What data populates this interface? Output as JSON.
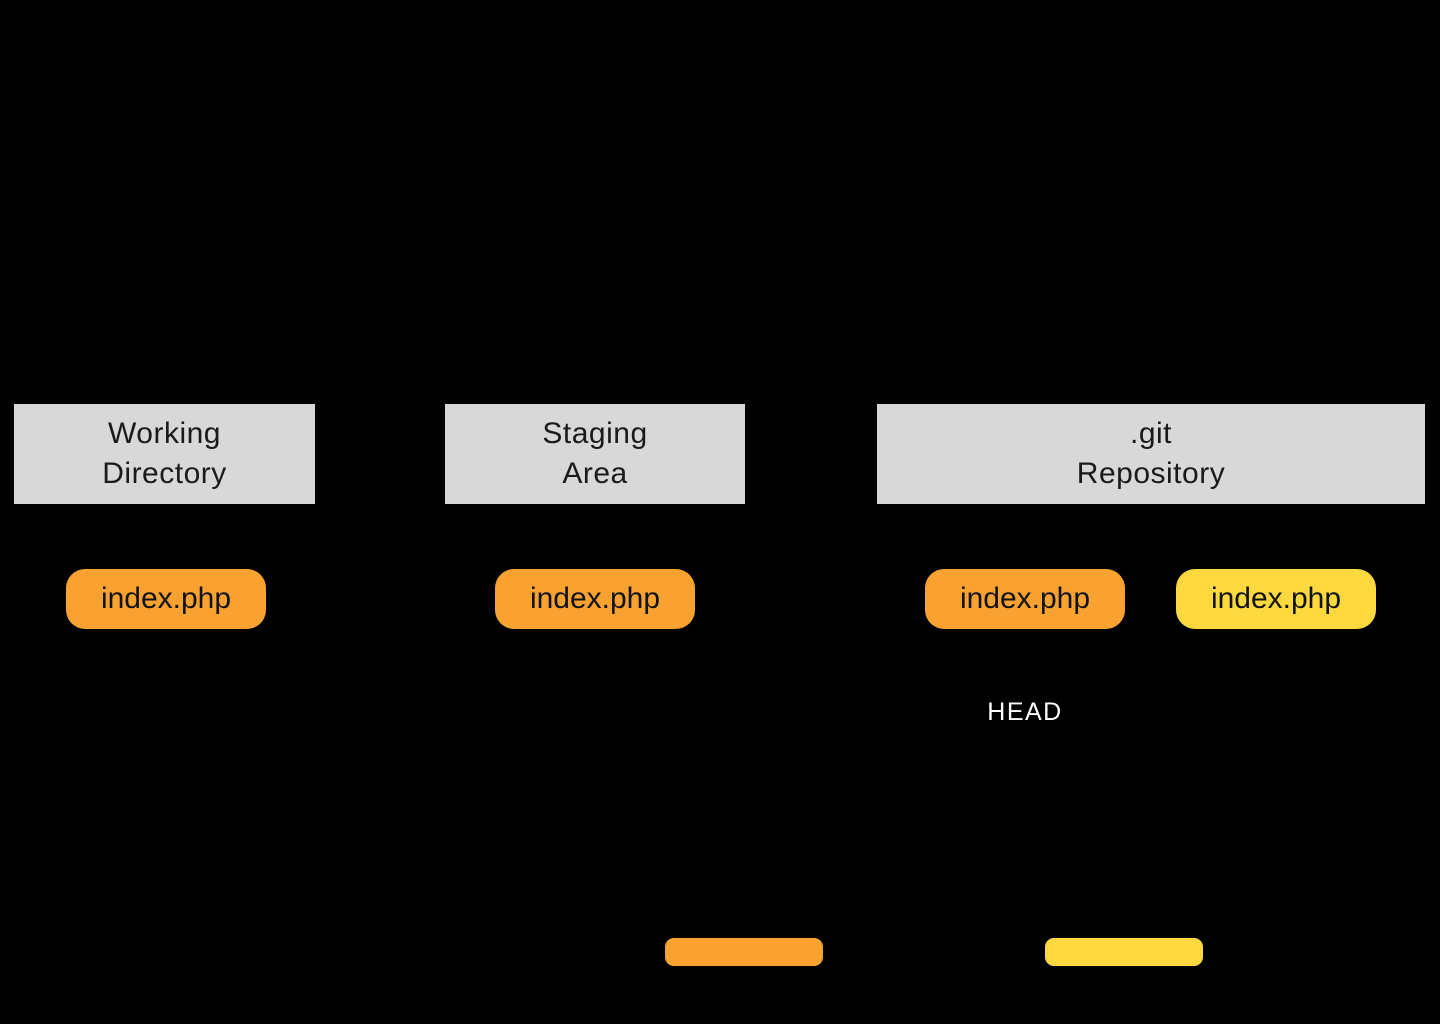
{
  "colors": {
    "background": "#000000",
    "header_bg": "#D8D8D8",
    "header_text": "#1A1A1A",
    "file_orange": "#F9A232",
    "file_yellow": "#FDD93F",
    "pill_text": "#131313",
    "head_text": "#FFFFFF"
  },
  "columns": [
    {
      "title_line1": "Working",
      "title_line2": "Directory",
      "file_label": "index.php"
    },
    {
      "title_line1": "Staging",
      "title_line2": "Area",
      "file_label": "index.php"
    },
    {
      "title_line1": ".git",
      "title_line2": "Repository",
      "file_label_staged": "index.php",
      "file_label_committed": "index.php",
      "head_label": "HEAD"
    }
  ]
}
